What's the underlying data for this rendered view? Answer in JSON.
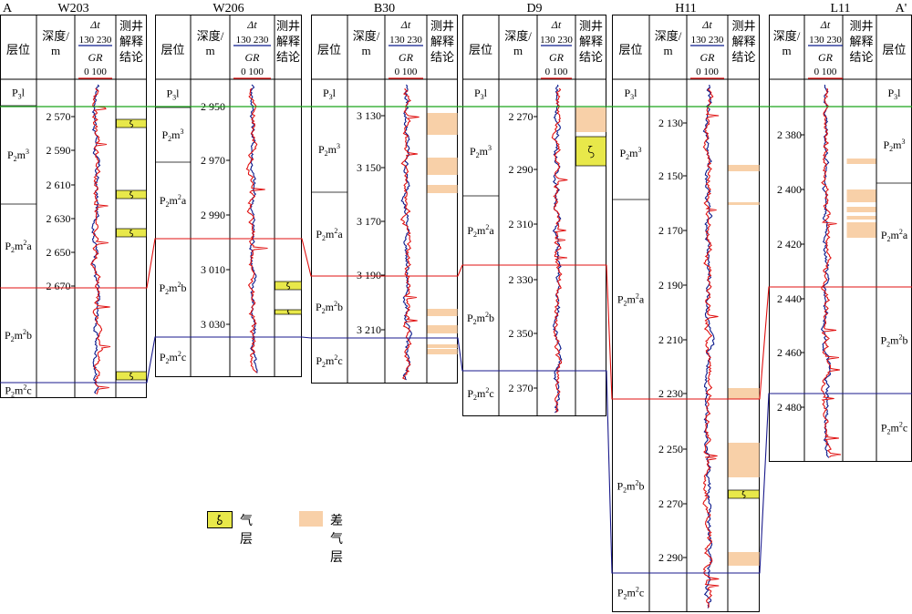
{
  "section": {
    "left_label": "A",
    "right_label": "A'"
  },
  "headers": {
    "layer": "层位",
    "depth_1": "深度/",
    "depth_2": "m",
    "dt_label": "Δt",
    "dt_ticks": "130 230",
    "gr_label": "GR",
    "gr_ticks": "0  100",
    "interp_1": "测井",
    "interp_2": "解释",
    "interp_3": "结论"
  },
  "legend": {
    "gas_label": "气层",
    "poor_gas_label": "差气层"
  },
  "colors": {
    "dt_curve": "#0b1a8c",
    "gr_curve": "#e01010",
    "gas_fill": "#e8e84a",
    "poor_gas_fill": "#f8d0a8",
    "p3l_line": "#1aa31a",
    "m2b_line": "#e01010",
    "m2c_line": "#1a1a8c",
    "frame": "#000000"
  },
  "wells": [
    {
      "name": "W203",
      "ticks": [
        "2 570",
        "2 590",
        "2 610",
        "2 630",
        "2 650",
        "2 670"
      ],
      "layers": [
        {
          "base": "P",
          "sub": "3",
          "rest": "l",
          "sup": ""
        },
        {
          "base": "P",
          "sub": "2",
          "rest": "m",
          "sup": "3"
        },
        {
          "base": "P",
          "sub": "2",
          "rest": "m",
          "sup": "2",
          "tail": "a"
        },
        {
          "base": "P",
          "sub": "2",
          "rest": "m",
          "sup": "2",
          "tail": "b"
        },
        {
          "base": "P",
          "sub": "2",
          "rest": "m",
          "sup": "2",
          "tail": "c"
        }
      ],
      "interp": [
        {
          "type": "gas"
        },
        {
          "type": "gas"
        },
        {
          "type": "gas"
        },
        {
          "type": "gas"
        }
      ]
    },
    {
      "name": "W206",
      "ticks": [
        "2 950",
        "2 970",
        "2 990",
        "3 010",
        "3 030"
      ],
      "layers": [
        {
          "base": "P",
          "sub": "3",
          "rest": "l",
          "sup": ""
        },
        {
          "base": "P",
          "sub": "2",
          "rest": "m",
          "sup": "3"
        },
        {
          "base": "P",
          "sub": "2",
          "rest": "m",
          "sup": "2",
          "tail": "a"
        },
        {
          "base": "P",
          "sub": "2",
          "rest": "m",
          "sup": "2",
          "tail": "b"
        },
        {
          "base": "P",
          "sub": "2",
          "rest": "m",
          "sup": "2",
          "tail": "c"
        }
      ],
      "interp": [
        {
          "type": "gas"
        },
        {
          "type": "gas"
        }
      ]
    },
    {
      "name": "B30",
      "ticks": [
        "3 130",
        "3 150",
        "3 170",
        "3 190",
        "3 210"
      ],
      "layers": [
        {
          "base": "P",
          "sub": "3",
          "rest": "l",
          "sup": ""
        },
        {
          "base": "P",
          "sub": "2",
          "rest": "m",
          "sup": "3"
        },
        {
          "base": "P",
          "sub": "2",
          "rest": "m",
          "sup": "2",
          "tail": "a"
        },
        {
          "base": "P",
          "sub": "2",
          "rest": "m",
          "sup": "2",
          "tail": "b"
        },
        {
          "base": "P",
          "sub": "2",
          "rest": "m",
          "sup": "2",
          "tail": "c"
        }
      ],
      "interp": [
        {
          "type": "poor"
        },
        {
          "type": "poor"
        },
        {
          "type": "poor"
        },
        {
          "type": "poor"
        },
        {
          "type": "poor"
        },
        {
          "type": "poor"
        },
        {
          "type": "poor"
        }
      ]
    },
    {
      "name": "D9",
      "ticks": [
        "2 270",
        "2 290",
        "2 310",
        "2 330",
        "2 350",
        "2 370"
      ],
      "layers": [
        {
          "base": "P",
          "sub": "3",
          "rest": "l",
          "sup": ""
        },
        {
          "base": "P",
          "sub": "2",
          "rest": "m",
          "sup": "3"
        },
        {
          "base": "P",
          "sub": "2",
          "rest": "m",
          "sup": "2",
          "tail": "a"
        },
        {
          "base": "P",
          "sub": "2",
          "rest": "m",
          "sup": "2",
          "tail": "b"
        },
        {
          "base": "P",
          "sub": "2",
          "rest": "m",
          "sup": "2",
          "tail": "c"
        }
      ],
      "interp": [
        {
          "type": "poor"
        },
        {
          "type": "gas"
        }
      ]
    },
    {
      "name": "H11",
      "ticks": [
        "2 130",
        "2 150",
        "2 170",
        "2 190",
        "2 210",
        "2 230",
        "2 250",
        "2 270",
        "2 290"
      ],
      "layers": [
        {
          "base": "P",
          "sub": "3",
          "rest": "l",
          "sup": ""
        },
        {
          "base": "P",
          "sub": "2",
          "rest": "m",
          "sup": "3"
        },
        {
          "base": "P",
          "sub": "2",
          "rest": "m",
          "sup": "2",
          "tail": "a"
        },
        {
          "base": "P",
          "sub": "2",
          "rest": "m",
          "sup": "2",
          "tail": "b"
        },
        {
          "base": "P",
          "sub": "2",
          "rest": "m",
          "sup": "2",
          "tail": "c"
        }
      ],
      "interp": [
        {
          "type": "poor"
        },
        {
          "type": "poor"
        },
        {
          "type": "poor"
        },
        {
          "type": "poor"
        },
        {
          "type": "gas"
        },
        {
          "type": "poor"
        }
      ]
    },
    {
      "name": "L11",
      "ticks": [
        "2 380",
        "2 400",
        "2 420",
        "2 440",
        "2 460",
        "2 480"
      ],
      "layers": [
        {
          "base": "P",
          "sub": "3",
          "rest": "l",
          "sup": ""
        },
        {
          "base": "P",
          "sub": "2",
          "rest": "m",
          "sup": "3"
        },
        {
          "base": "P",
          "sub": "2",
          "rest": "m",
          "sup": "2",
          "tail": "a"
        },
        {
          "base": "P",
          "sub": "2",
          "rest": "m",
          "sup": "2",
          "tail": "b"
        },
        {
          "base": "P",
          "sub": "2",
          "rest": "m",
          "sup": "2",
          "tail": "c"
        }
      ],
      "interp": [
        {
          "type": "poor"
        },
        {
          "type": "poor"
        },
        {
          "type": "poor"
        },
        {
          "type": "poor"
        },
        {
          "type": "poor"
        }
      ]
    }
  ]
}
